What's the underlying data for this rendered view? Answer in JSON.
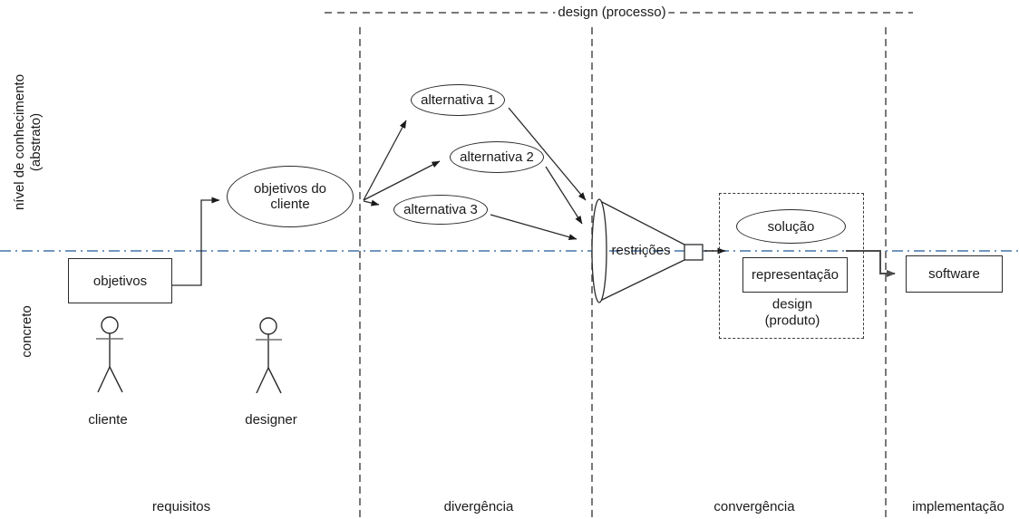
{
  "title": "design (processo)",
  "y_axis": {
    "abstract_label": "nível de conhecimento",
    "abstract_sub": "(abstrato)",
    "concrete_label": "concreto"
  },
  "phases": [
    "requisitos",
    "divergência",
    "convergência",
    "implementação"
  ],
  "nodes": {
    "objetivos": "objetivos",
    "objetivos_cliente": "objetivos do cliente",
    "alternativas": [
      "alternativa 1",
      "alternativa 2",
      "alternativa 3"
    ],
    "restricoes": "restrições",
    "solucao": "solução",
    "representacao": "representação",
    "design_produto_l1": "design",
    "design_produto_l2": "(produto)",
    "software": "software"
  },
  "actors": [
    "cliente",
    "designer"
  ],
  "colors": {
    "line": "#2b2b2b",
    "dashed_line": "#4d4d4d",
    "accent_blue": "#5f87b5"
  }
}
